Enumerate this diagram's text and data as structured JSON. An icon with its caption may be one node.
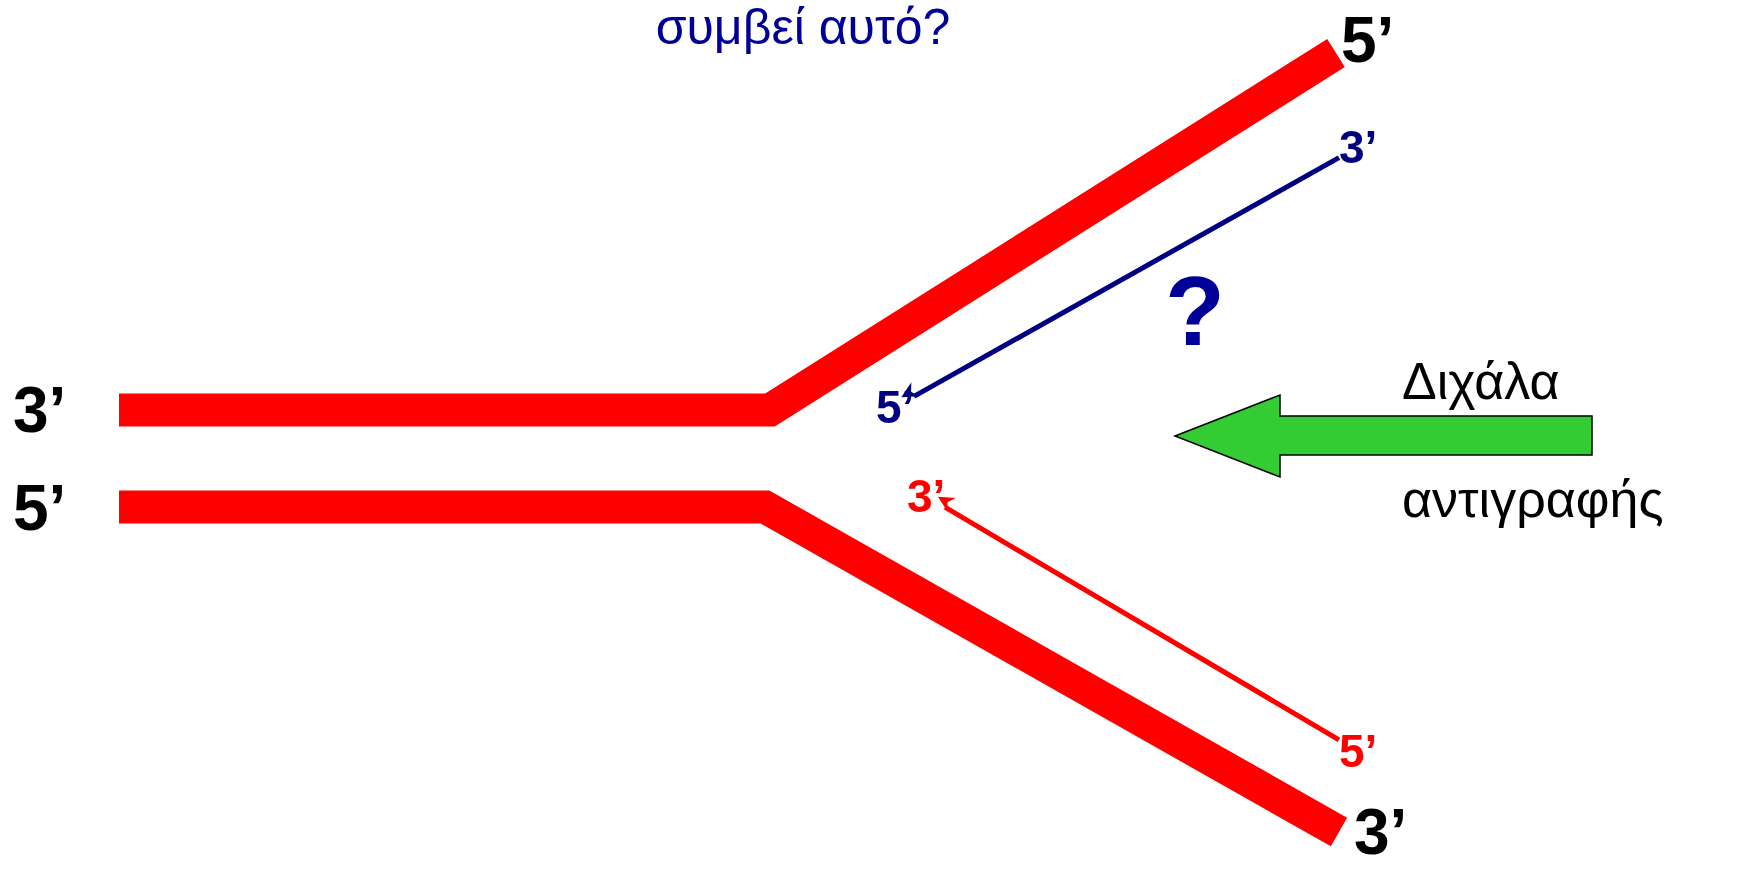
{
  "diagram": {
    "title": "συμβεί αυτό?",
    "nodes": [
      {
        "text": [
          "3’"
        ]
      },
      {
        "text": [
          "5’"
        ]
      },
      {
        "text": [
          "5’"
        ]
      },
      {
        "text": [
          "3’"
        ]
      }
    ],
    "edges": [
      {
        "from": 0,
        "to": 1,
        "arrow": "to",
        "color": "#000080"
      },
      {
        "from": 2,
        "to": 3,
        "arrow": "to",
        "color": "#ff0000"
      }
    ],
    "labels": [
      "5’",
      "3’",
      "5’",
      "3’",
      "?",
      "Διχάλα αντιγραφής"
    ]
  }
}
